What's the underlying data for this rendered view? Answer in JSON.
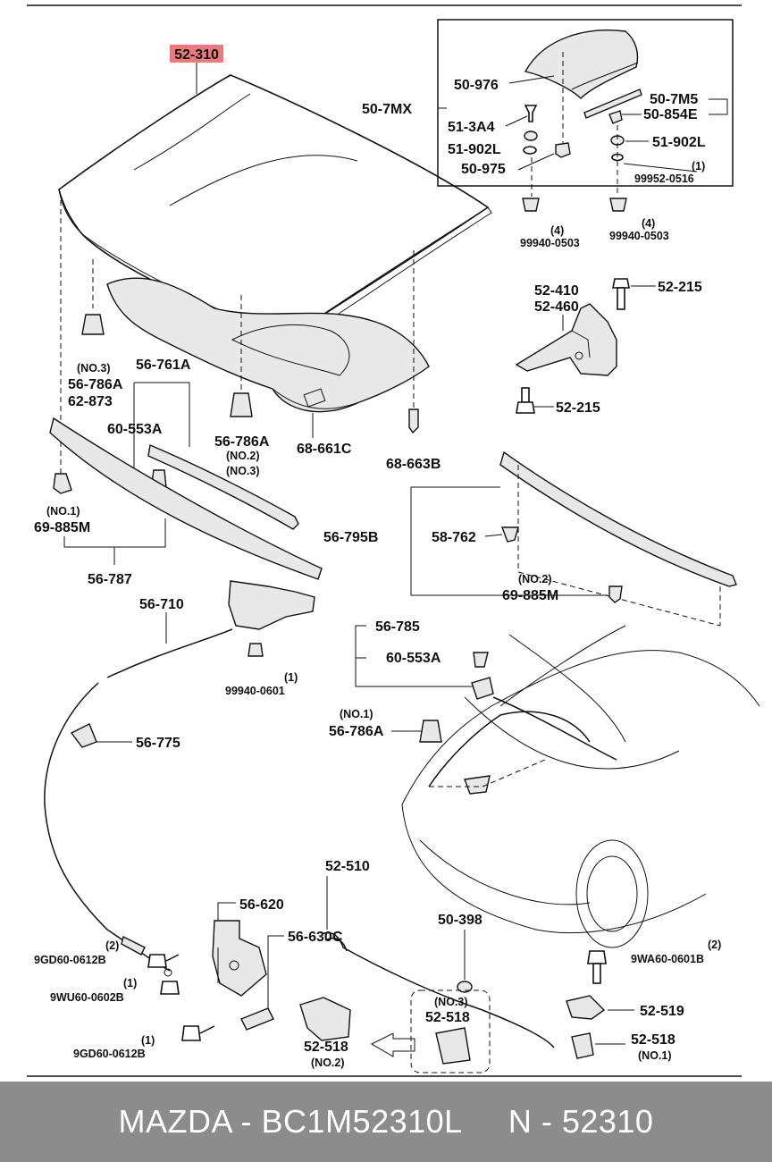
{
  "diagram": {
    "highlight_color": "#e87b7b",
    "footer_color": "#8c8c8c",
    "labels": {
      "hood": "52-310",
      "fin_assy": "50-7MX",
      "fin_part": "50-976",
      "clip_a": "51-3A4",
      "nut_l_left": "51-902L",
      "clip_975": "50-975",
      "fin_m5": "50-7M5",
      "fin_854e": "50-854E",
      "nut_l_right": "51-902L",
      "qty_0516": "(1)",
      "pn_0516": "99952-0516",
      "qty_0503_left": "(4)",
      "pn_0503_left": "99940-0503",
      "qty_0503_right": "(4)",
      "pn_0503_right": "99940-0503",
      "hinge_l": "52-410",
      "hinge_r": "52-460",
      "bolt_top": "52-215",
      "bolt_bottom": "52-215",
      "no3_top": "(NO.3)",
      "stop_786a_left": "56-786A",
      "stop_873": "62-873",
      "seal_761a": "56-761A",
      "clip_553a_top": "60-553A",
      "stop_786a_mid": "56-786A",
      "no2_a": "(NO.2)",
      "no3_a": "(NO.3)",
      "insul_661c": "68-661C",
      "clip_663b": "68-663B",
      "no1_left": "(NO.1)",
      "clip_885m_left": "69-885M",
      "seal_787": "56-787",
      "seal_795b": "56-795B",
      "clip_762": "58-762",
      "no2_b": "(NO.2)",
      "clip_885m_right": "69-885M",
      "cable_710": "56-710",
      "qty_0601": "(1)",
      "pn_0601": "99940-0601",
      "clip_775": "56-775",
      "rod_785": "56-785",
      "clip_553a_mid": "60-553A",
      "no1_mid": "(NO.1)",
      "stop_786a_right": "56-786A",
      "stay_510": "52-510",
      "latch_620": "56-620",
      "latch_630c": "56-630C",
      "grom_398": "50-398",
      "qty_gd_top": "(2)",
      "pn_gd_top": "9GD60-0612B",
      "qty_wu": "(1)",
      "pn_wu": "9WU60-0602B",
      "qty_gd_bottom": "(1)",
      "pn_gd_bottom": "9GD60-0612B",
      "no3_box": "(NO.3)",
      "clip_518_box": "52-518",
      "clip_518_left": "52-518",
      "no2_c": "(NO.2)",
      "qty_wa": "(2)",
      "pn_wa": "9WA60-0601B",
      "clip_519": "52-519",
      "clip_518_right": "52-518",
      "no1_right": "(NO.1)"
    }
  },
  "footer": {
    "text": "MAZDA - BC1M52310L     N - 52310"
  }
}
